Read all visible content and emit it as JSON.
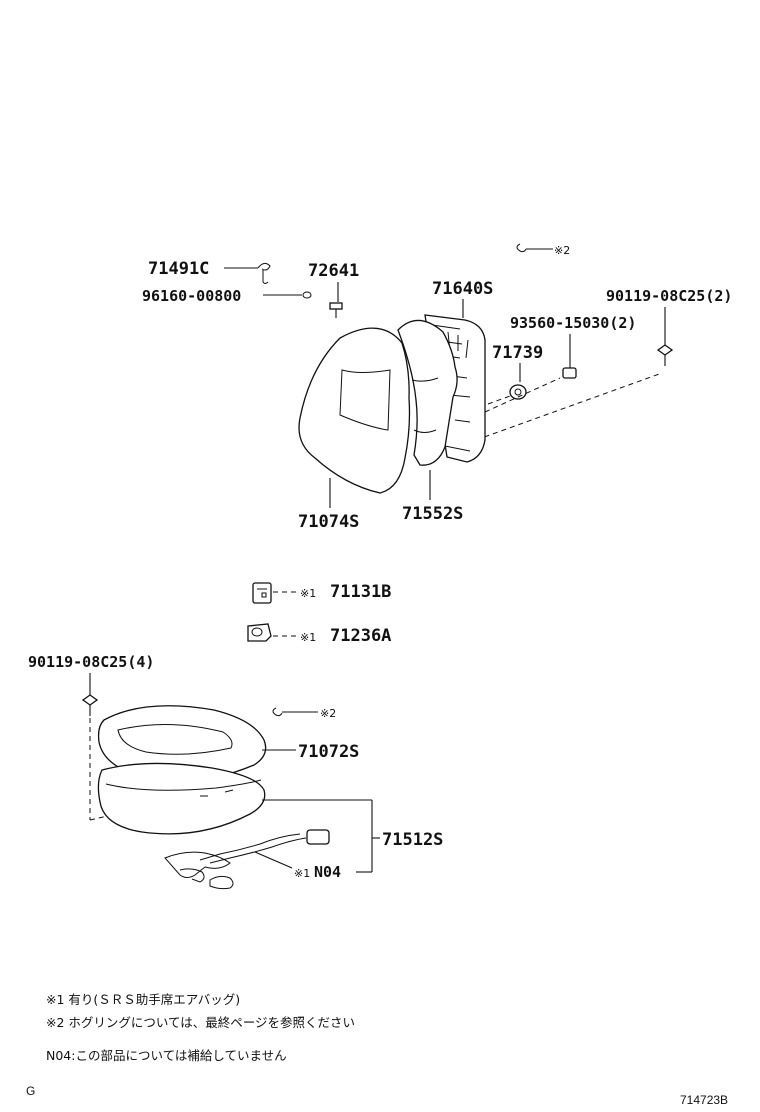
{
  "parts": {
    "p71491C": "71491C",
    "p96160": "96160-00800",
    "p72641": "72641",
    "p71640S": "71640S",
    "p90119_top": "90119-08C25(2)",
    "p93560": "93560-15030(2)",
    "p71739": "71739",
    "p71074S": "71074S",
    "p71552S": "71552S",
    "p71131B": "71131B",
    "p71236A": "71236A",
    "p90119_bottom": "90119-08C25(4)",
    "p71072S": "71072S",
    "p71512S": "71512S",
    "pN04": "N04"
  },
  "marks": {
    "m1": "※1",
    "m2": "※2"
  },
  "notes": {
    "note1": "※1  有り(ＳＲＳ助手席エアバッグ)",
    "note2": "※2  ホグリングについては、最終ページを参照ください",
    "note3": "N04:この部品については補給していません"
  },
  "footer": {
    "left_code": "G",
    "figure_number": "714723B"
  }
}
